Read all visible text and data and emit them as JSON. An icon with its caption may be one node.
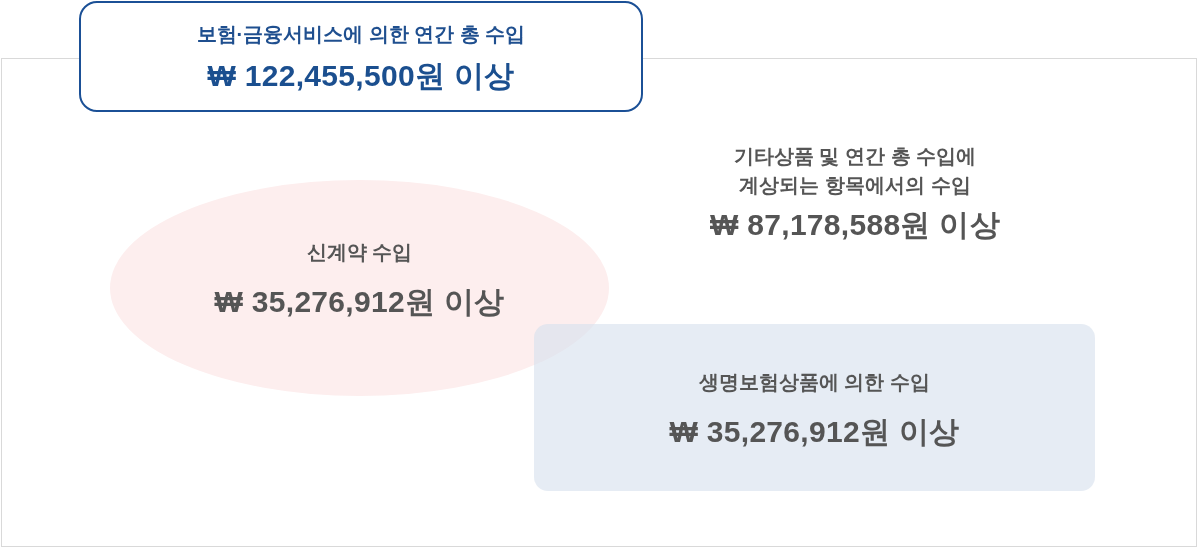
{
  "diagram": {
    "nodes": [
      {
        "text": [
          "보험·금융서비스에 의한 연간 총 수입",
          "₩ 122,455,500원 이상"
        ]
      },
      {
        "text": [
          "기타상품 및 연간 총 수입에 계상되는 항목에서의 수입",
          "₩ 87,178,588원 이상"
        ]
      },
      {
        "text": [
          "신계약 수입",
          "₩ 35,276,912원 이상"
        ],
        "in": 1
      },
      {
        "text": [
          "생명보험상품에 의한 수입",
          "₩ 35,276,912원 이상"
        ],
        "in": 1
      }
    ]
  }
}
